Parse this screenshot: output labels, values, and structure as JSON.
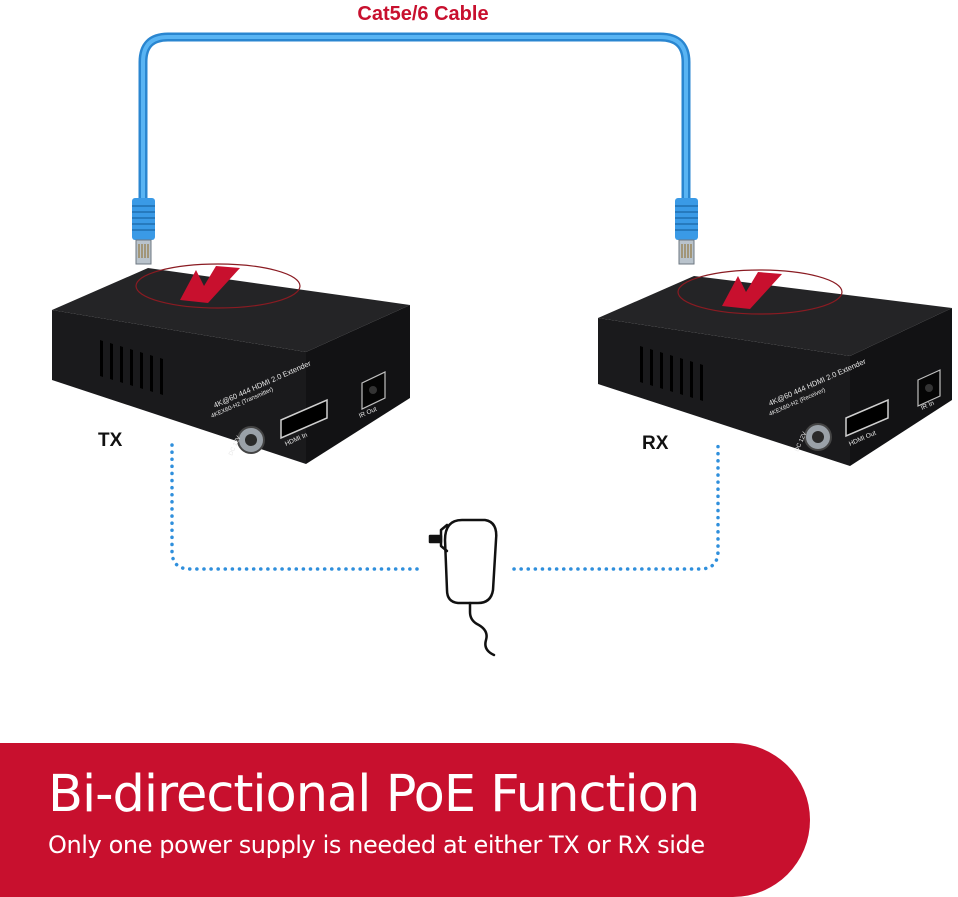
{
  "cable": {
    "label": "Cat5e/6 Cable"
  },
  "devices": {
    "tx": {
      "side_label": "TX",
      "model": "4K@60 444 HDMI 2.0 Extender",
      "sub": "4KEX60-H2 (Transmitter)",
      "port": "HDMI In",
      "ir": "IR Out",
      "dc": "DC 12V"
    },
    "rx": {
      "side_label": "RX",
      "model": "4K@60 444 HDMI 2.0 Extender",
      "sub": "4KEX60-H2 (Receiver)",
      "port": "HDMI Out",
      "ir": "IR In",
      "dc": "DC 12V"
    }
  },
  "banner": {
    "title": "Bi-directional PoE Function",
    "subtitle": "Only one power supply is needed at either TX or RX side"
  },
  "colors": {
    "cable": "#3d9fe8",
    "brand_red": "#c8102e",
    "device_body": "#1e1e20",
    "power_dots": "#2f8fdc"
  },
  "icons": {
    "power_supply": "power-adapter-icon",
    "logo": "brand-logo-icon"
  }
}
